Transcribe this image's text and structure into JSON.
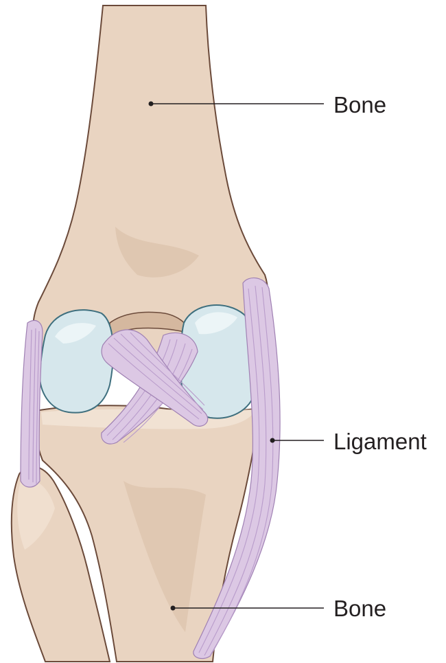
{
  "labels": {
    "top_bone": "Bone",
    "ligament": "Ligament",
    "bottom_bone": "Bone"
  },
  "colors": {
    "bone_fill": "#e9d4c1",
    "bone_shadow": "#d5b89f",
    "bone_outline": "#6b4a3a",
    "cartilage_fill": "#d6e7ec",
    "cartilage_outline": "#3e6f7e",
    "ligament_fill": "#dcc8e4",
    "ligament_stripe": "#b99ccb",
    "leader_line": "#231f20",
    "label_text": "#231f20"
  }
}
